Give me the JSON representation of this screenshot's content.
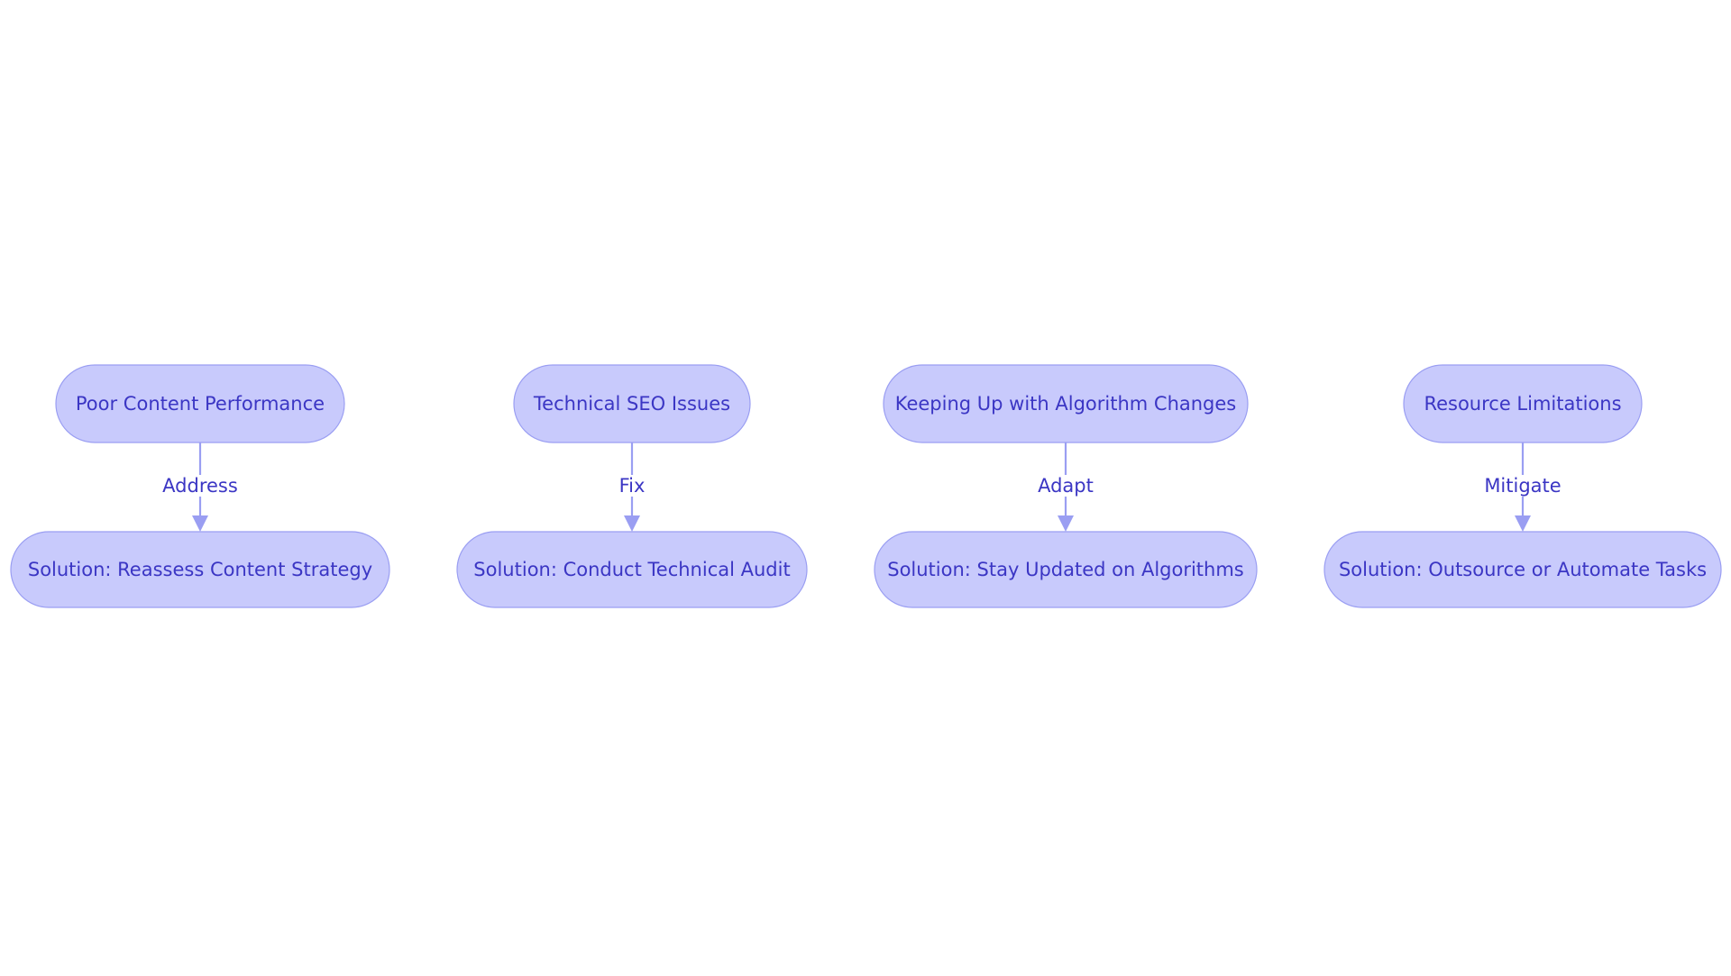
{
  "colors": {
    "node_fill": "#c8cafc",
    "node_stroke": "#9a9ef2",
    "text": "#3b36c4",
    "edge": "#9a9ef2",
    "background": "#ffffff"
  },
  "flows": [
    {
      "problem": "Poor Content Performance",
      "edge_label": "Address",
      "solution": "Solution: Reassess Content Strategy"
    },
    {
      "problem": "Technical SEO Issues",
      "edge_label": "Fix",
      "solution": "Solution: Conduct Technical Audit"
    },
    {
      "problem": "Keeping Up with Algorithm Changes",
      "edge_label": "Adapt",
      "solution": "Solution: Stay Updated on Algorithms"
    },
    {
      "problem": "Resource Limitations",
      "edge_label": "Mitigate",
      "solution": "Solution: Outsource or Automate Tasks"
    }
  ]
}
